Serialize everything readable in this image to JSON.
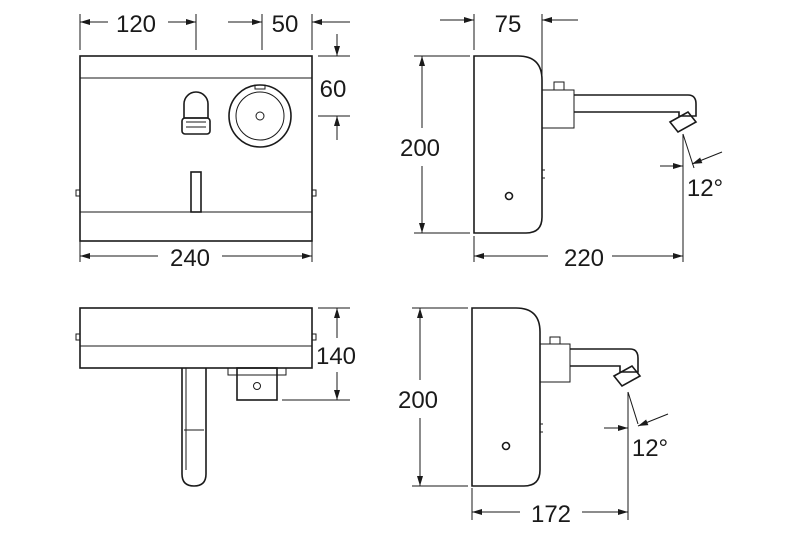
{
  "dimensions": {
    "front_width_left": "120",
    "front_width_right": "50",
    "front_height_offset": "60",
    "front_total_width": "240",
    "side_depth": "75",
    "side_height": "200",
    "side_spout_reach": "220",
    "side_angle": "12°",
    "top_depth": "140",
    "side2_height": "200",
    "side2_spout_reach": "172",
    "side2_angle": "12°"
  },
  "colors": {
    "line": "#1a1a1a",
    "background": "#ffffff"
  }
}
